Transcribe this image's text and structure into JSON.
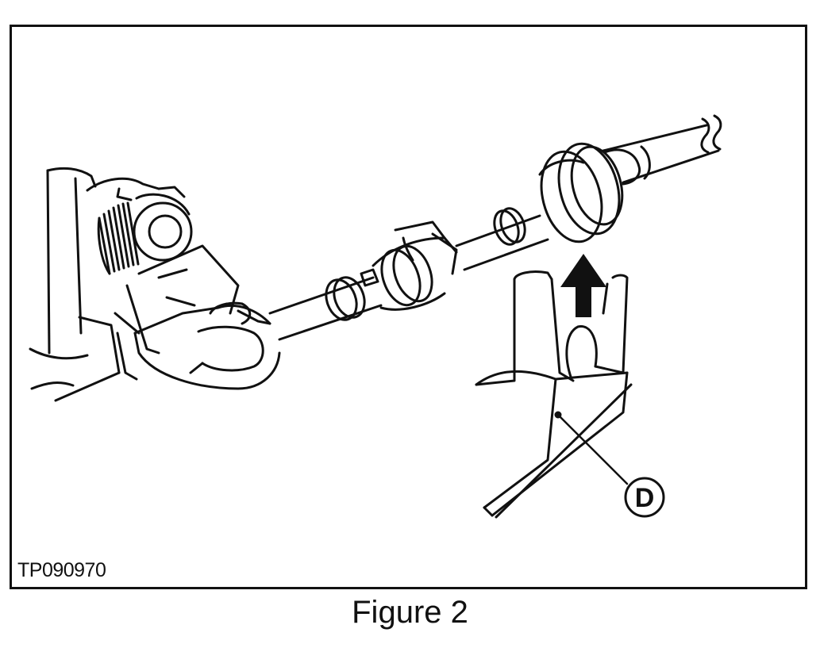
{
  "figure": {
    "image_code": "TP090970",
    "caption": "Figure 2",
    "callout": {
      "label": "D",
      "part": "tool"
    },
    "arrow_direction": "up",
    "colors": {
      "line": "#111111",
      "background": "#ffffff"
    }
  }
}
